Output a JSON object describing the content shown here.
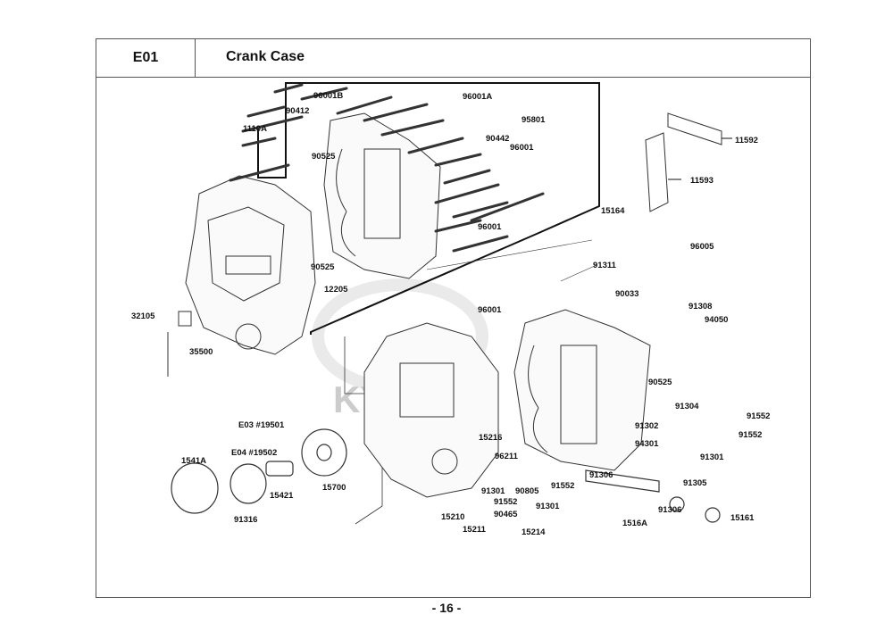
{
  "header": {
    "section_code": "E01",
    "section_title": "Crank Case"
  },
  "footer": {
    "page_number": "- 16 -"
  },
  "watermark": "KYMCO",
  "part_labels": [
    {
      "id": "1110A",
      "text": "1110A"
    },
    {
      "id": "90412",
      "text": "90412"
    },
    {
      "id": "96001B",
      "text": "96001B"
    },
    {
      "id": "96001A",
      "text": "96001A"
    },
    {
      "id": "95801",
      "text": "95801"
    },
    {
      "id": "90442",
      "text": "90442"
    },
    {
      "id": "96001-a",
      "text": "96001"
    },
    {
      "id": "90525-a",
      "text": "90525"
    },
    {
      "id": "96001-b",
      "text": "96001"
    },
    {
      "id": "90525-b",
      "text": "90525"
    },
    {
      "id": "12205",
      "text": "12205"
    },
    {
      "id": "32105",
      "text": "32105"
    },
    {
      "id": "35500",
      "text": "35500"
    },
    {
      "id": "11592",
      "text": "11592"
    },
    {
      "id": "11593",
      "text": "11593"
    },
    {
      "id": "15164",
      "text": "15164"
    },
    {
      "id": "96005",
      "text": "96005"
    },
    {
      "id": "91311",
      "text": "91311"
    },
    {
      "id": "96001-c",
      "text": "96001"
    },
    {
      "id": "90033",
      "text": "90033"
    },
    {
      "id": "91308",
      "text": "91308"
    },
    {
      "id": "94050",
      "text": "94050"
    },
    {
      "id": "90525-c",
      "text": "90525"
    },
    {
      "id": "91304",
      "text": "91304"
    },
    {
      "id": "91552-a",
      "text": "91552"
    },
    {
      "id": "91552-b",
      "text": "91552"
    },
    {
      "id": "91302",
      "text": "91302"
    },
    {
      "id": "94301",
      "text": "94301"
    },
    {
      "id": "91301-a",
      "text": "91301"
    },
    {
      "id": "E03-19501",
      "text": "E03 #19501"
    },
    {
      "id": "E04-19502",
      "text": "E04 #19502"
    },
    {
      "id": "1541A",
      "text": "1541A"
    },
    {
      "id": "91316",
      "text": "91316"
    },
    {
      "id": "15421",
      "text": "15421"
    },
    {
      "id": "15700",
      "text": "15700"
    },
    {
      "id": "15216",
      "text": "15216"
    },
    {
      "id": "96211",
      "text": "96211"
    },
    {
      "id": "90805",
      "text": "90805"
    },
    {
      "id": "91552-c",
      "text": "91552"
    },
    {
      "id": "91301-b",
      "text": "91301"
    },
    {
      "id": "91552-d",
      "text": "91552"
    },
    {
      "id": "91301-c",
      "text": "91301"
    },
    {
      "id": "15210",
      "text": "15210"
    },
    {
      "id": "90465",
      "text": "90465"
    },
    {
      "id": "15211",
      "text": "15211"
    },
    {
      "id": "15214",
      "text": "15214"
    },
    {
      "id": "91306-a",
      "text": "91306"
    },
    {
      "id": "91306-b",
      "text": "91306"
    },
    {
      "id": "1516A",
      "text": "1516A"
    },
    {
      "id": "91305",
      "text": "91305"
    },
    {
      "id": "15161",
      "text": "15161"
    }
  ]
}
